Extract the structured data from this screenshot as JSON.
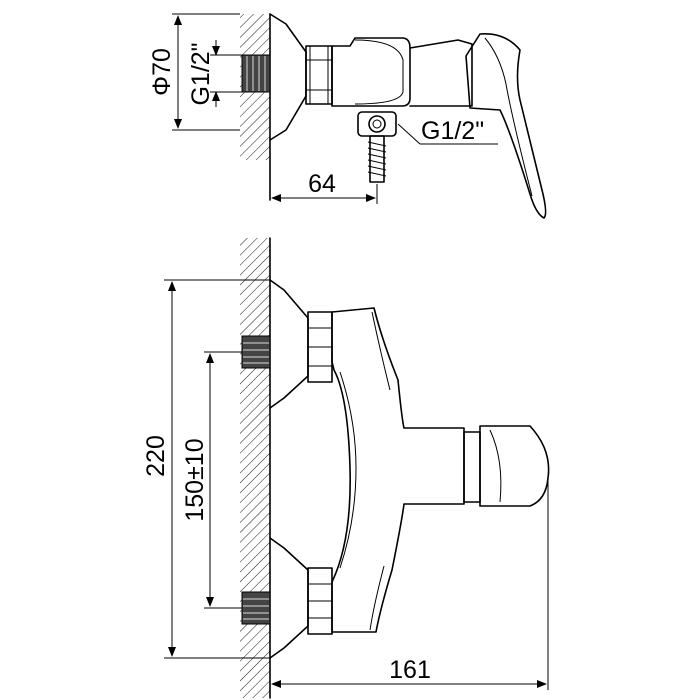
{
  "dimensions": {
    "diameter": "Φ70",
    "thread_inlet": "G1/2\"",
    "thread_outlet": "G1/2\"",
    "depth": "64",
    "height": "220",
    "centers": "150±10",
    "width": "161"
  }
}
